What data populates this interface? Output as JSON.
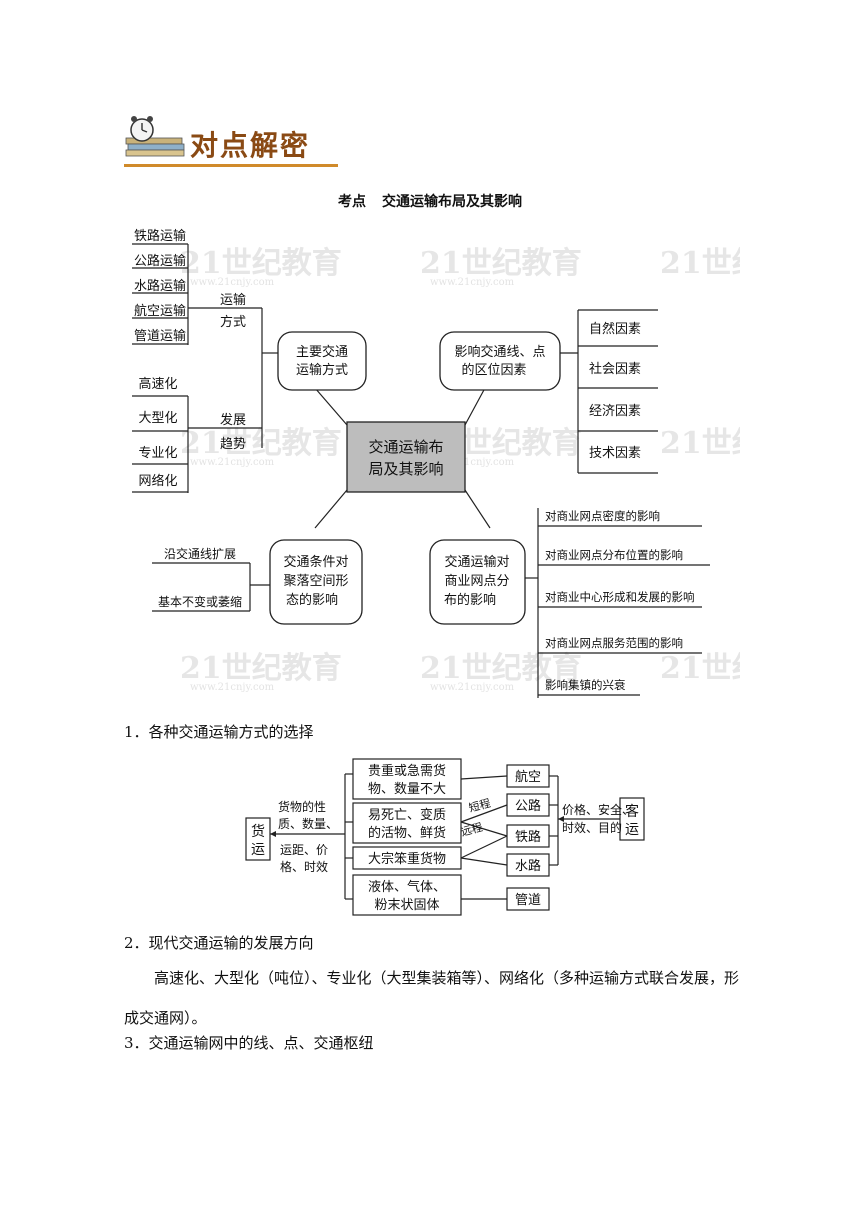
{
  "badge": {
    "label": "对点解密"
  },
  "title": {
    "prefix": "考点",
    "text": "交通运输布局及其影响"
  },
  "watermark": {
    "brand": "21世纪教育",
    "url": "www.21cnjy.com"
  },
  "mindmap": {
    "center": [
      "交通运输布",
      "局及其影响"
    ],
    "main_modes_node": [
      "主要交通",
      "运输方式"
    ],
    "modes_label": [
      "运输",
      "方式"
    ],
    "modes": [
      "铁路运输",
      "公路运输",
      "水路运输",
      "航空运输",
      "管道运输"
    ],
    "trends_label": [
      "发展",
      "趋势"
    ],
    "trends": [
      "高速化",
      "大型化",
      "专业化",
      "网络化"
    ],
    "location_node": [
      "影响交通线、点",
      "的区位因素"
    ],
    "factors": [
      "自然因素",
      "社会因素",
      "经济因素",
      "技术因素"
    ],
    "settlement_node": [
      "交通条件对",
      "聚落空间形",
      "态的影响"
    ],
    "settlement_items": [
      "沿交通线扩展",
      "基本不变或萎缩"
    ],
    "commerce_node": [
      "交通运输对",
      "商业网点分",
      "布的影响"
    ],
    "commerce_items": [
      "对商业网点密度的影响",
      "对商业网点分布位置的影响",
      "对商业中心形成和发展的影响",
      "对商业网点服务范围的影响",
      "影响集镇的兴衰"
    ]
  },
  "section1": {
    "heading": "1．各种交通运输方式的选择"
  },
  "selection": {
    "freight": [
      "货",
      "运"
    ],
    "freight_criteria_1": [
      "货物的性",
      "质、数量、"
    ],
    "freight_criteria_2": [
      "运距、价",
      "格、时效"
    ],
    "goods": [
      [
        "贵重或急需货",
        "物、数量不大"
      ],
      [
        "易死亡、变质",
        "的活物、鲜货"
      ],
      [
        "大宗笨重货物"
      ],
      [
        "液体、气体、",
        "粉末状固体"
      ]
    ],
    "modes": [
      "航空",
      "公路",
      "铁路",
      "水路",
      "管道"
    ],
    "short": "短程",
    "long": "远程",
    "passenger_criteria": [
      "价格、安全、",
      "时效、目的"
    ],
    "passenger": [
      "客",
      "运"
    ]
  },
  "section2": {
    "heading": "2．现代交通运输的发展方向",
    "paragraph": "高速化、大型化（吨位）、专业化（大型集装箱等）、网络化（多种运输方式联合发展，形成交通网）。"
  },
  "section3": {
    "heading": "3．交通运输网中的线、点、交通枢纽"
  }
}
